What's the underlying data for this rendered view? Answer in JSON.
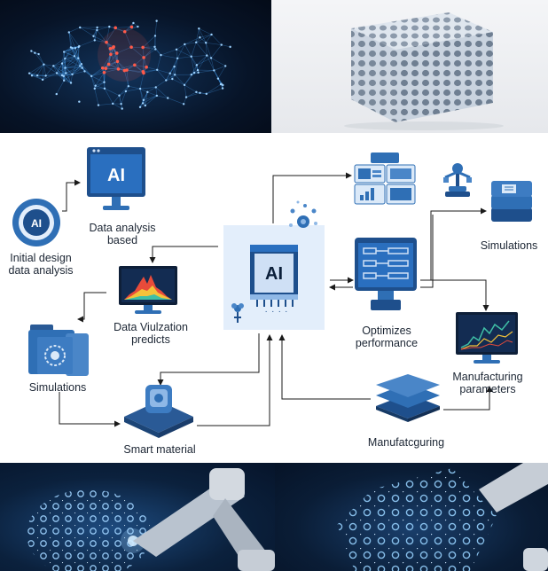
{
  "colors": {
    "navy": "#0b1f3a",
    "accent_blue": "#2f6fb5",
    "light_blue": "#8fb8e6",
    "node_orange": "#ff5a4a",
    "center_bg": "#e3eefb",
    "arrow": "#1a1a1a"
  },
  "diagram": {
    "nodes": [
      {
        "id": "initial",
        "icon": "ai-circle-icon",
        "label_lines": [
          "Initial design",
          "data analysis"
        ]
      },
      {
        "id": "data-analysis",
        "icon": "ai-monitor-icon",
        "label_lines": [
          "Data analysis",
          "based"
        ]
      },
      {
        "id": "data-viz",
        "icon": "chart-monitor-icon",
        "label_lines": [
          "Data Viulzation",
          "predicts"
        ]
      },
      {
        "id": "sim-left",
        "icon": "folders-icon",
        "label_lines": [
          "Simulations"
        ]
      },
      {
        "id": "smart-material",
        "icon": "chip-icon",
        "label_lines": [
          "Smart material"
        ]
      },
      {
        "id": "center-ai",
        "icon": "ai-chip-icon",
        "label_lines": [
          "AI"
        ]
      },
      {
        "id": "dashboard",
        "icon": "dashboard-icon",
        "label_lines": []
      },
      {
        "id": "robot",
        "icon": "robot-arm-icon",
        "label_lines": []
      },
      {
        "id": "sim-right",
        "icon": "stack-icon",
        "label_lines": [
          "Simulations"
        ]
      },
      {
        "id": "optimizes",
        "icon": "ui-panel-icon",
        "label_lines": [
          "Optimizes",
          "performance"
        ]
      },
      {
        "id": "mfg-params",
        "icon": "line-chart-monitor-icon",
        "label_lines": [
          "Manufacturing",
          "parameters"
        ]
      },
      {
        "id": "manufacturing",
        "icon": "layers-icon",
        "label_lines": [
          "Manufatcguring"
        ]
      }
    ],
    "ai_badge": "AI",
    "center_dots": ". . . ."
  }
}
